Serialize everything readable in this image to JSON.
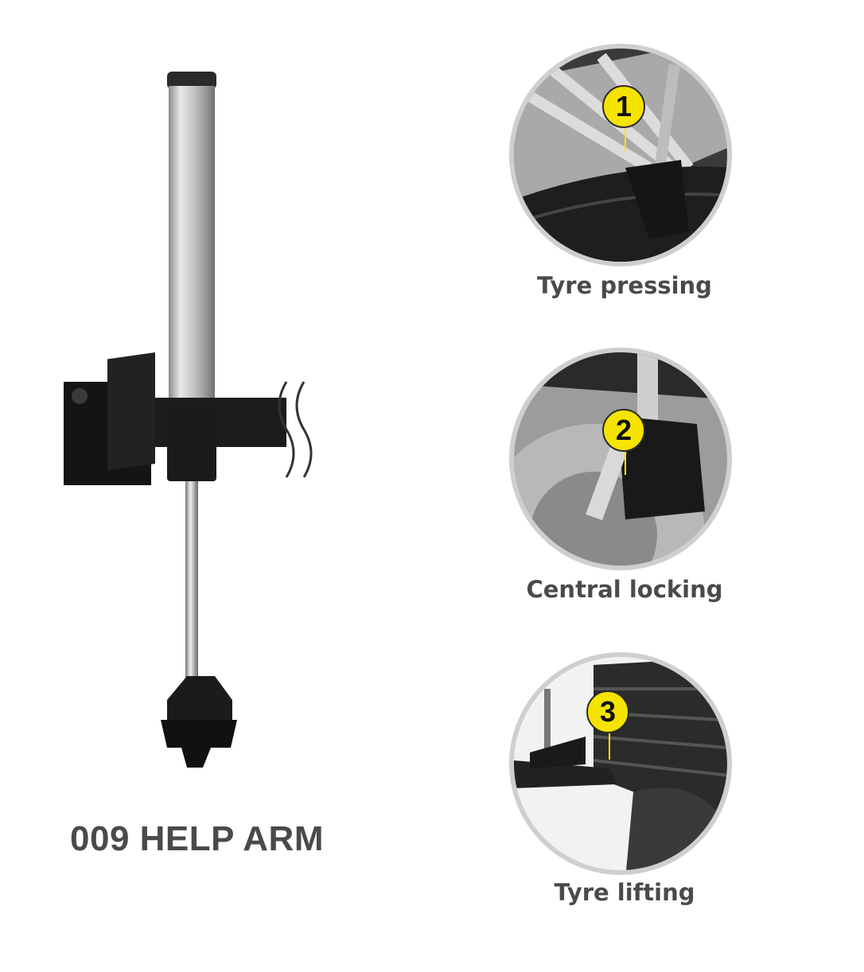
{
  "product": {
    "title": "009 HELP ARM",
    "image_icon": "help-arm-illustration"
  },
  "features": [
    {
      "number": "1",
      "label": "Tyre pressing"
    },
    {
      "number": "2",
      "label": "Central locking"
    },
    {
      "number": "3",
      "label": "Tyre lifting"
    }
  ],
  "colors": {
    "badge": "#f5e300",
    "caption": "#4a4a4a",
    "circle_border": "#cfcfcf"
  }
}
